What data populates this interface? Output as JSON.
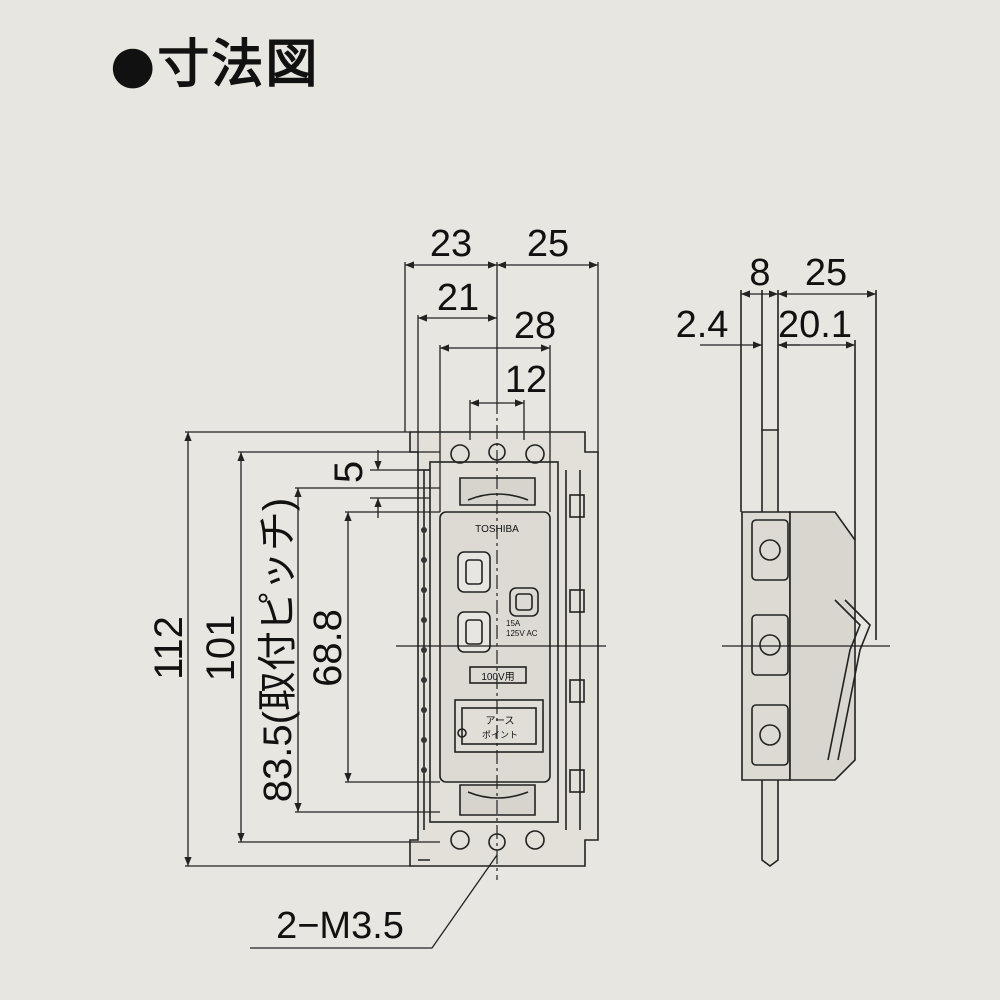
{
  "title": "●寸法図",
  "front_view": {
    "dimensions": {
      "w23": "23",
      "w25": "25",
      "w21": "21",
      "w28": "28",
      "w12": "12",
      "h5": "5",
      "h112": "112",
      "h101": "101",
      "h83_5": "83.5(取付ピッチ)",
      "h68_8": "68.8",
      "screw": "2−M3.5"
    },
    "labels": {
      "brand": "TOSHIBA",
      "rating1": "15A",
      "rating2": "125V AC",
      "voltage": "100V用",
      "earth": "アース",
      "earth2": "ポイント"
    }
  },
  "side_view": {
    "dimensions": {
      "d8": "8",
      "d25": "25",
      "d2_4": "2.4",
      "d20_1": "20.1"
    }
  }
}
